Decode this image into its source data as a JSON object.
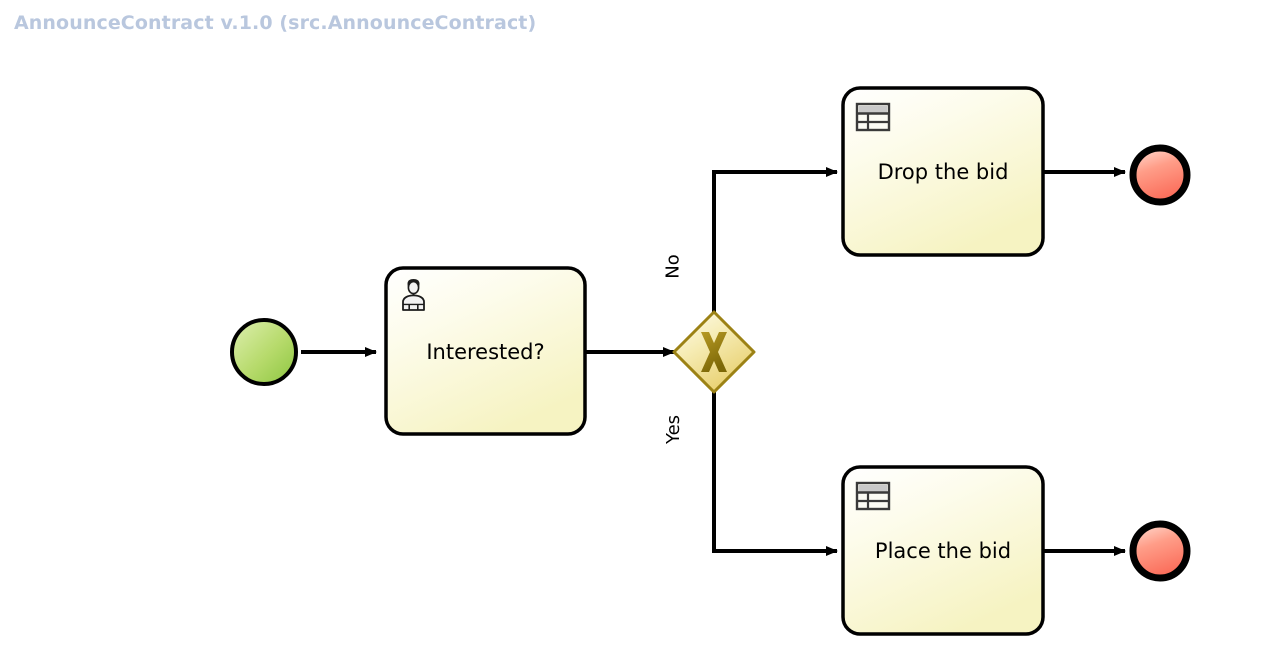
{
  "diagram": {
    "title": "AnnounceContract v.1.0 (src.AnnounceContract)",
    "title_color": "#b9c7de",
    "background_color": "#ffffff",
    "type": "bpmn-process"
  },
  "nodes": {
    "start_event": {
      "name": "start-event",
      "label": "",
      "shape": "circle",
      "fill_from": "#d8eda0",
      "fill_to": "#8cc63f",
      "stroke": "#000000"
    },
    "user_task": {
      "name": "interested-task",
      "label": "Interested?",
      "icon": "user-icon",
      "shape": "rounded-rect",
      "fill_from": "#fdfdf0",
      "fill_to": "#f7f5c8",
      "stroke": "#000000"
    },
    "gateway": {
      "name": "exclusive-gateway",
      "label": "",
      "symbol": "X",
      "shape": "diamond",
      "fill_from": "#fcf9dc",
      "fill_to": "#ecd77b",
      "stroke": "#9c8215"
    },
    "drop_task": {
      "name": "drop-the-bid-task",
      "label": "Drop the bid",
      "icon": "table-icon",
      "shape": "rounded-rect",
      "fill_from": "#fdfdf0",
      "fill_to": "#f7f5c8",
      "stroke": "#000000"
    },
    "place_task": {
      "name": "place-the-bid-task",
      "label": "Place the bid",
      "icon": "table-icon",
      "shape": "rounded-rect",
      "fill_from": "#fdfdf0",
      "fill_to": "#f7f5c8",
      "stroke": "#000000"
    },
    "end_event_top": {
      "name": "end-event-drop",
      "label": "",
      "shape": "circle",
      "fill_from": "#ffd9ce",
      "fill_to": "#fb6f5c",
      "stroke": "#000000"
    },
    "end_event_bottom": {
      "name": "end-event-place",
      "label": "",
      "shape": "circle",
      "fill_from": "#ffd9ce",
      "fill_to": "#fb6f5c",
      "stroke": "#000000"
    }
  },
  "flows": [
    {
      "name": "flow-start-to-task",
      "label": "",
      "from": "start_event",
      "to": "user_task"
    },
    {
      "name": "flow-task-to-gateway",
      "label": "",
      "from": "user_task",
      "to": "gateway"
    },
    {
      "name": "flow-gateway-no",
      "label": "No",
      "from": "gateway",
      "to": "drop_task"
    },
    {
      "name": "flow-gateway-yes",
      "label": "Yes",
      "from": "gateway",
      "to": "place_task"
    },
    {
      "name": "flow-drop-to-end",
      "label": "",
      "from": "drop_task",
      "to": "end_event_top"
    },
    {
      "name": "flow-place-to-end",
      "label": "",
      "from": "place_task",
      "to": "end_event_bottom"
    }
  ]
}
